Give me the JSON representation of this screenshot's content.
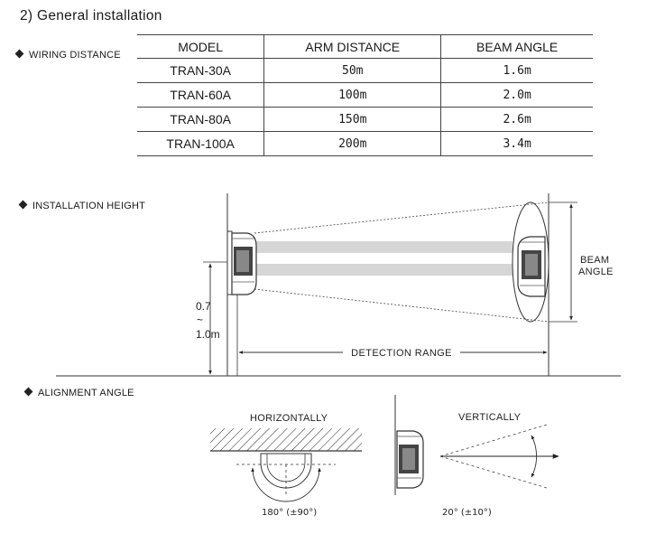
{
  "title": "2) General installation",
  "sections": {
    "wiring": "WIRING DISTANCE",
    "height": "INSTALLATION HEIGHT",
    "alignment": "ALIGNMENT ANGLE"
  },
  "table": {
    "headers": [
      "MODEL",
      "ARM DISTANCE",
      "BEAM ANGLE"
    ],
    "rows": [
      [
        "TRAN-30A",
        "50m",
        "1.6m"
      ],
      [
        "TRAN-60A",
        "100m",
        "2.0m"
      ],
      [
        "TRAN-80A",
        "150m",
        "2.6m"
      ],
      [
        "TRAN-100A",
        "200m",
        "3.4m"
      ]
    ]
  },
  "height_diagram": {
    "beam_angle_line1": "BEAM",
    "beam_angle_line2": "ANGLE",
    "height_top": "0.7",
    "height_tilde": "~",
    "height_bottom": "1.0m",
    "detection_range": "DETECTION RANGE"
  },
  "alignment_diagram": {
    "horizontally": "HORIZONTALLY",
    "vertically": "VERTICALLY",
    "horizontal_angle": "180° (±90°)",
    "vertical_angle": "20° (±10°)"
  }
}
